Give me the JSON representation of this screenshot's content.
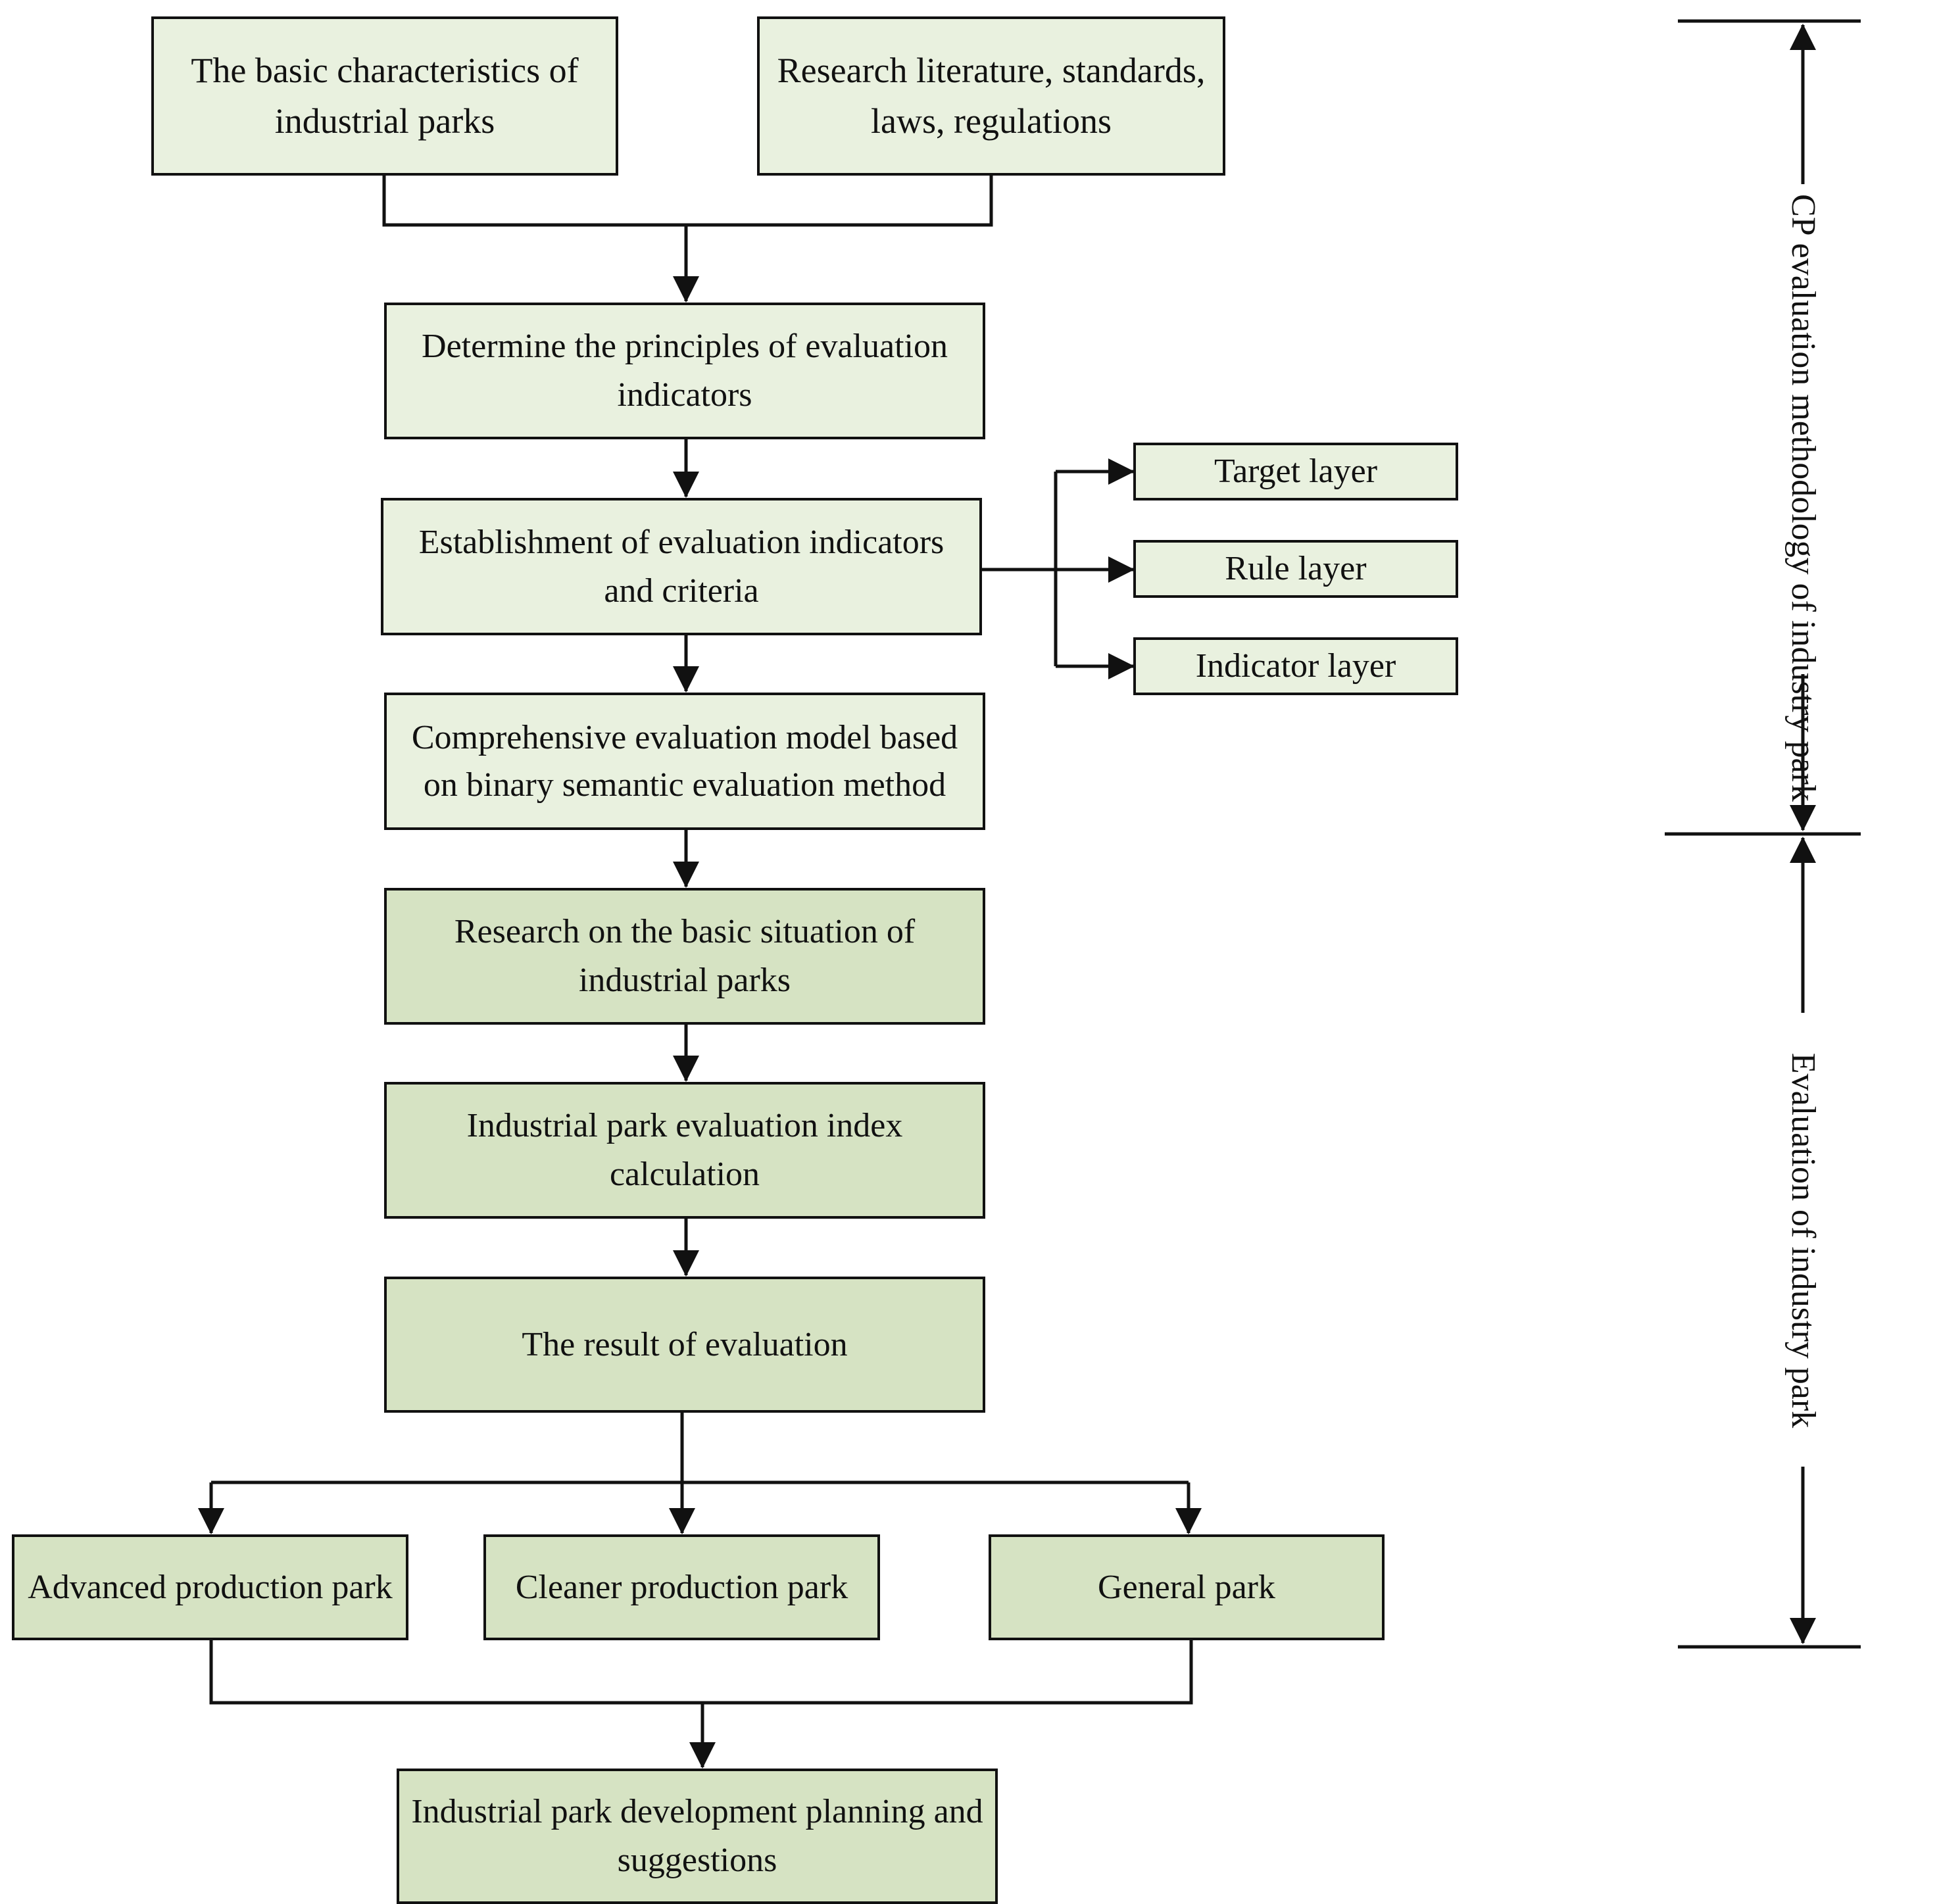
{
  "top_inputs": {
    "characteristics": "The basic characteristics of industrial parks",
    "literature": "Research literature, standards, laws, regulations"
  },
  "steps": {
    "principles": "Determine the principles of evaluation indicators",
    "establishment": "Establishment of evaluation indicators and criteria",
    "model": "Comprehensive evaluation model based on binary semantic evaluation method",
    "research": "Research on the basic situation of industrial parks",
    "calculation": "Industrial park evaluation index calculation",
    "result": "The result of evaluation"
  },
  "layers": {
    "target": "Target layer",
    "rule": "Rule layer",
    "indicator": "Indicator layer"
  },
  "outcomes": {
    "advanced": "Advanced production park",
    "cleaner": "Cleaner production park",
    "general": "General park"
  },
  "final": "Industrial park development planning and suggestions",
  "phases": {
    "methodology": "CP evaluation methodology of industry park",
    "evaluation": "Evaluation of industry park"
  },
  "colors": {
    "light_fill": "#e9f1df",
    "dark_fill": "#d6e3c3",
    "stroke": "#111111"
  }
}
